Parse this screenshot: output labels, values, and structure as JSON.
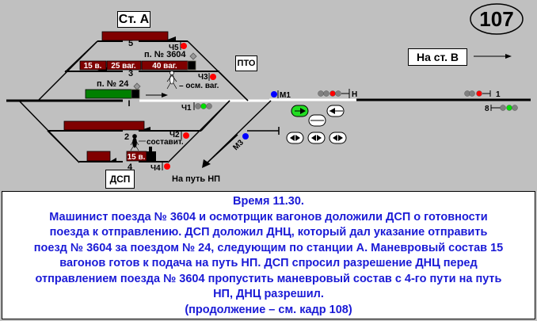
{
  "frame_number": "107",
  "station_a_label": "Ст. А",
  "pto_label": "ПТО",
  "dsp_label": "ДСП",
  "to_station_b_label": "На ст. В",
  "to_np_label": "На путь НП",
  "tracks": {
    "t5": "5",
    "t3": "3",
    "t1": "I",
    "t2": "2",
    "t4": "4"
  },
  "trains": {
    "train_3604_label": "п. № 3604",
    "train_24_label": "п. № 24",
    "wagons_15": "15 в.",
    "wagons_25": "25 ваг.",
    "wagons_40": "40 ваг.",
    "shunting_15": "15 в."
  },
  "people": {
    "inspector_label": "– осм. ваг.",
    "compiler_label": "составит."
  },
  "signals": {
    "ch5": "Ч5",
    "ch3": "Ч3",
    "ch1": "Ч1",
    "ch2": "Ч2",
    "ch4": "Ч4",
    "m1": "М1",
    "m3": "М3",
    "n": "Н",
    "s1": "1",
    "s8": "8"
  },
  "colors": {
    "background": "#c0c0c0",
    "wagon": "#800000",
    "train_24": "#008000",
    "signal_red": "#ff0000",
    "signal_green": "#00dd00",
    "signal_blue": "#0000ff",
    "signal_off": "#808080",
    "text_blue": "#1a1ad6"
  },
  "info": {
    "lines": [
      "Время 11.30.",
      "Машинист поезда № 3604 и осмотрщик вагонов доложили ДСП о готовности",
      "поезда к отправлению. ДСП доложил ДНЦ, который дал указание  отправить",
      "поезд № 3604 за поездом № 24, следующим по станции А. Маневровый состав 15",
      "вагонов готов к подача на путь НП. ДСП спросил разрешение ДНЦ перед",
      "отправлением поезда № 3604 пропустить маневровый состав с 4-го пути на путь",
      "НП, ДНЦ разрешил.",
      "(продолжение – см. кадр 108)"
    ]
  }
}
